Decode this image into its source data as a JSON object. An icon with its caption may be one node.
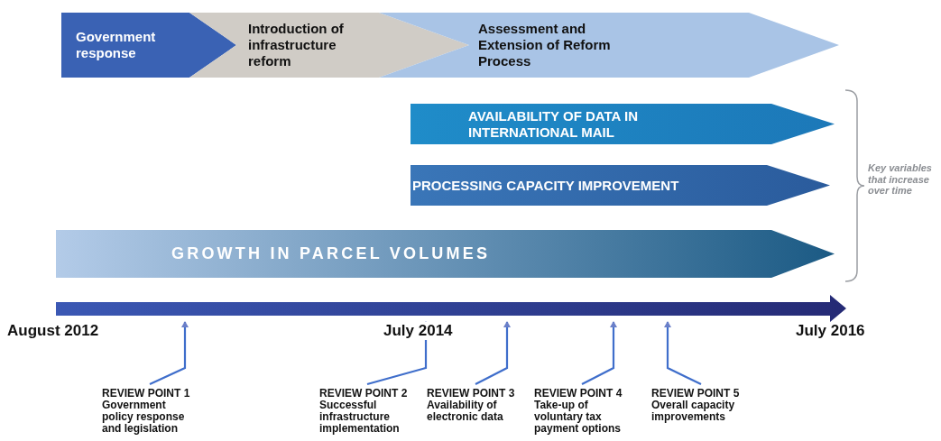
{
  "diagram": {
    "nodes": [
      {
        "text": [
          "Government response"
        ]
      },
      {
        "text": [
          "Introduction of infrastructure reform"
        ]
      },
      {
        "text": [
          "Assessment and Extension of Reform Process"
        ]
      },
      {
        "text": [
          "AVAILABILITY OF DATA IN INTERNATIONAL MAIL"
        ]
      },
      {
        "text": [
          "PROCESSING CAPACITY IMPROVEMENT"
        ]
      },
      {
        "text": [
          "GROWTH IN PARCEL VOLUMES"
        ]
      },
      {
        "text": [],
        "shape": "arrow"
      },
      {
        "text": [
          "REVIEW POINT 1",
          "Government policy response and legislation"
        ]
      },
      {
        "text": [
          "REVIEW POINT 2",
          "Successful infrastructure implementation"
        ]
      },
      {
        "text": [
          "REVIEW POINT 3",
          "Availability of electronic data"
        ]
      },
      {
        "text": [
          "REVIEW POINT 4",
          "Take-up of voluntary tax payment options"
        ]
      },
      {
        "text": [
          "REVIEW POINT 5",
          "Overall capacity improvements"
        ]
      }
    ],
    "edges": [
      {
        "from": 7,
        "to": 6,
        "arrow": "to"
      },
      {
        "from": 8,
        "to": 6,
        "arrow": "to"
      },
      {
        "from": 9,
        "to": 6,
        "arrow": "to"
      },
      {
        "from": 10,
        "to": 6,
        "arrow": "to"
      },
      {
        "from": 11,
        "to": 6,
        "arrow": "to"
      }
    ],
    "labels": [
      "Key variables that increase over time",
      "August 2012",
      "July 2014",
      "July 2016"
    ]
  }
}
